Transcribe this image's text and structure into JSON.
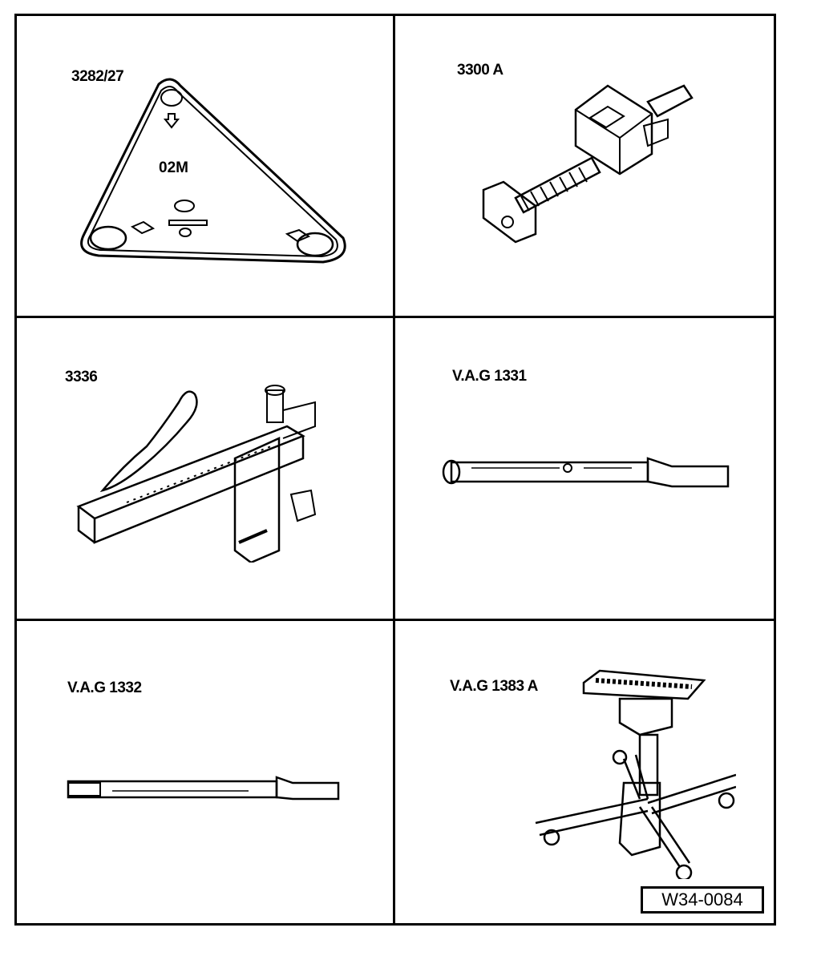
{
  "tools": [
    {
      "id": "3282_27",
      "label": "3282/27",
      "inner_text": "02M"
    },
    {
      "id": "3300_a",
      "label": "3300 A"
    },
    {
      "id": "3336",
      "label": "3336"
    },
    {
      "id": "vag_1331",
      "label": "V.A.G 1331"
    },
    {
      "id": "vag_1332",
      "label": "V.A.G 1332"
    },
    {
      "id": "vag_1383_a",
      "label": "V.A.G 1383 A"
    }
  ],
  "figure_code": "W34-0084"
}
